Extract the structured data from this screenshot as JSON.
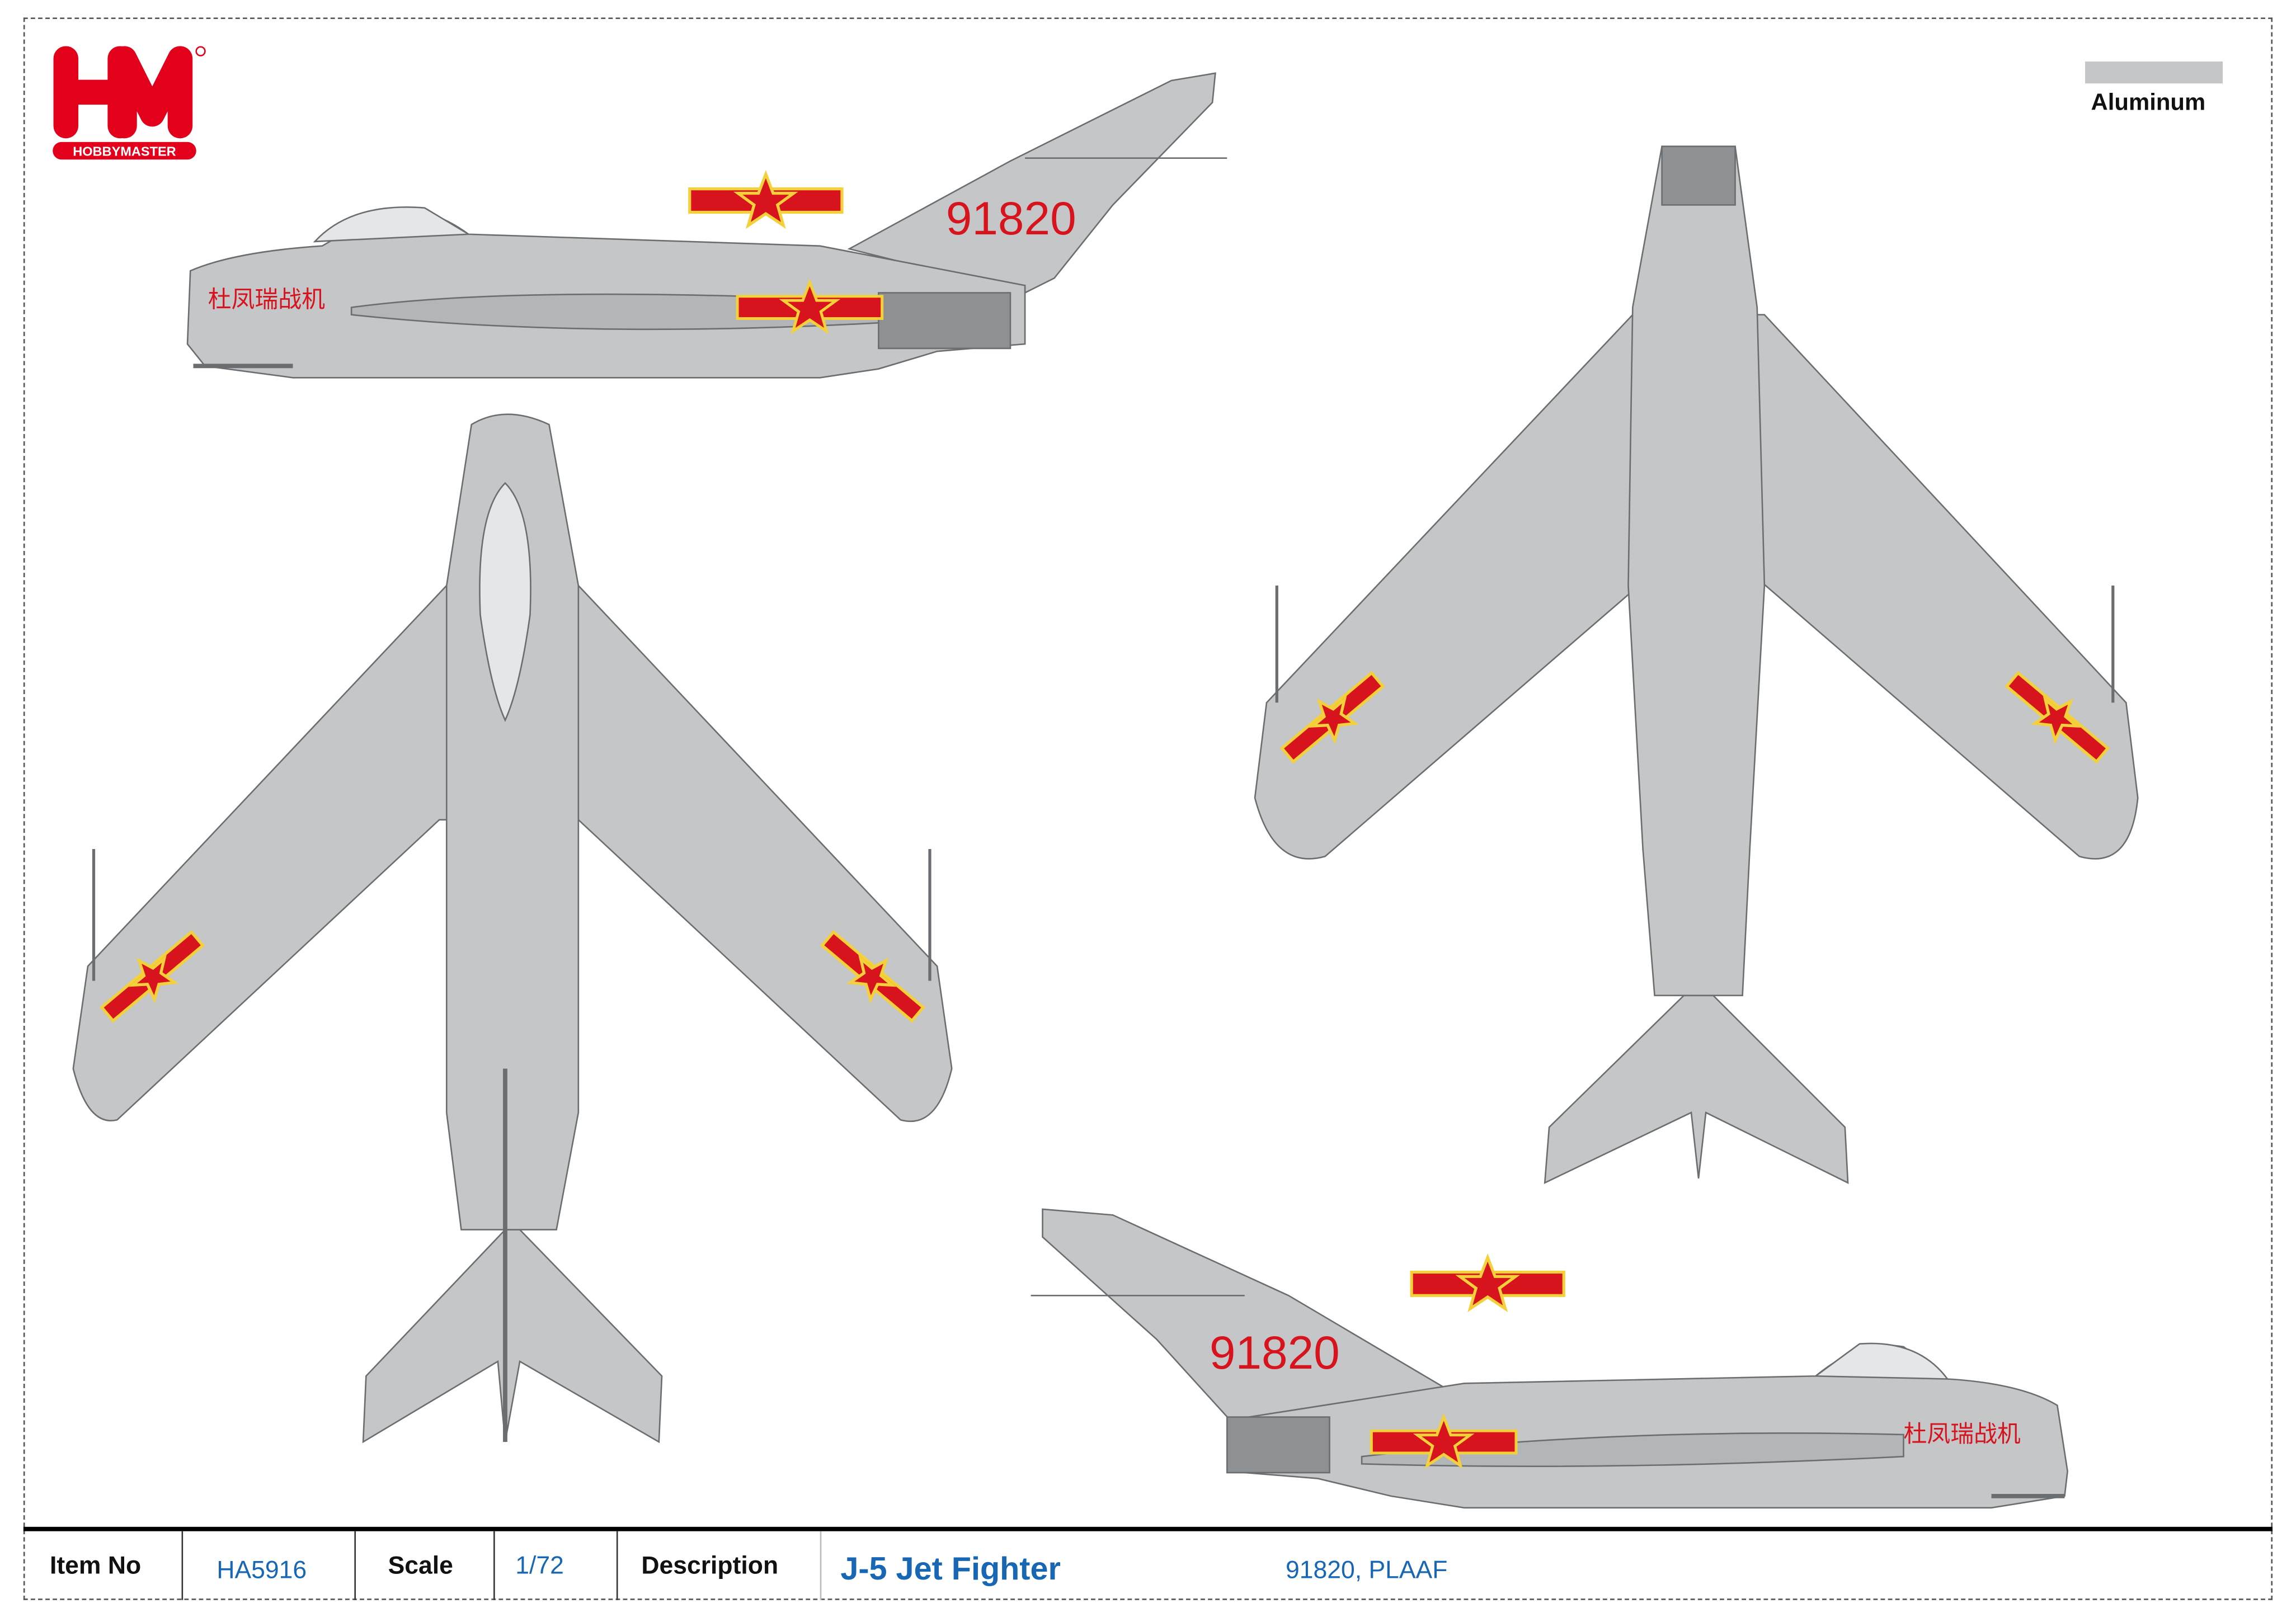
{
  "brand": {
    "logo_text": "HM",
    "logo_subtext": "HOBBYMASTER"
  },
  "legend": {
    "label": "Aluminum",
    "color": "#c4c6c8"
  },
  "aircraft": {
    "serial": "91820",
    "nose_inscription": "杜凤瑞战机",
    "colors": {
      "body": "#c4c6c8",
      "outline": "#6b6e70",
      "insignia_red": "#d7141d",
      "insignia_yellow": "#f4d13a"
    }
  },
  "footer": {
    "item_no_label": "Item No",
    "item_no": "HA5916",
    "scale_label": "Scale",
    "scale": "1/72",
    "description_label": "Description",
    "title": "J-5 Jet Fighter",
    "subtitle": "91820, PLAAF"
  }
}
